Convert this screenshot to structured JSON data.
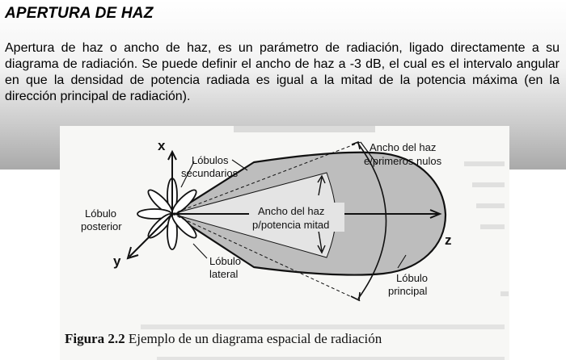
{
  "slide": {
    "title": "APERTURA DE HAZ",
    "body": "Apertura de haz o ancho de haz, es un parámetro de radiación, ligado directamente a su diagrama de radiación. Se puede definir el ancho de haz a -3 dB, el cual es el intervalo angular en que la densidad de potencia radiada es igual a la mitad de la potencia máxima (en la dirección principal de radiación)."
  },
  "figure": {
    "axes": {
      "x": "x",
      "y": "y",
      "z": "z"
    },
    "labels": {
      "lobulos_secundarios": [
        "Lóbulos",
        "secundarios"
      ],
      "lobulo_posterior": [
        "Lóbulo",
        "posterior"
      ],
      "lobulo_lateral": [
        "Lóbulo",
        "lateral"
      ],
      "lobulo_principal": [
        "Lóbulo",
        "principal"
      ],
      "ancho_primeros_nulos": [
        "Ancho del haz",
        "e/primeros nulos"
      ],
      "ancho_potencia_mitad": [
        "Ancho del haz",
        "p/potencia mitad"
      ]
    },
    "caption_number": "Figura 2.2",
    "caption_text": "Ejemplo de un diagrama espacial de radiación"
  }
}
